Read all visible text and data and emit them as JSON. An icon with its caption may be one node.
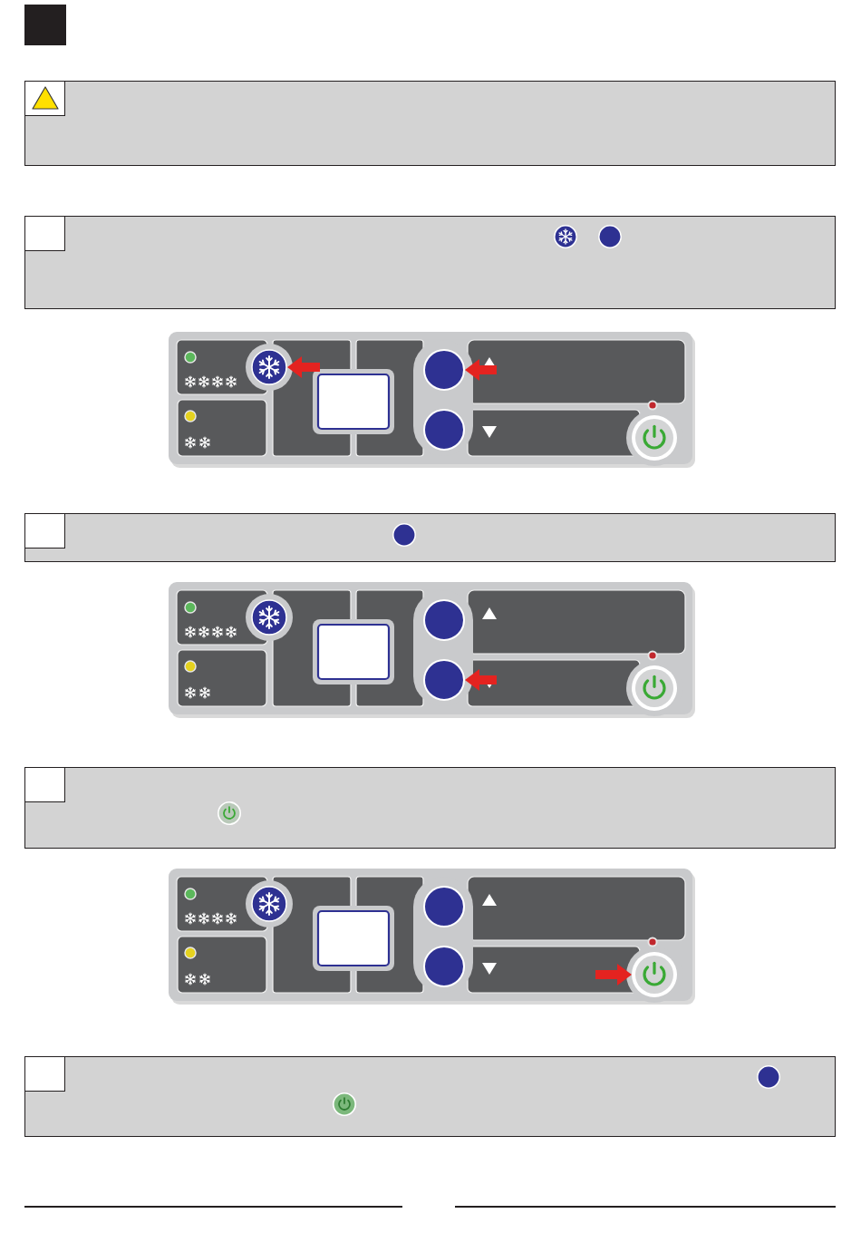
{
  "diagram": {
    "nodes": [
      {
        "text": [],
        "shape": "circle"
      },
      {
        "text": [],
        "shape": "circle"
      },
      {
        "text": [],
        "shape": "circle"
      },
      {
        "text": [],
        "shape": "circle"
      }
    ],
    "edges": [
      {
        "from": null,
        "to": 0,
        "arrow": "to"
      },
      {
        "from": null,
        "to": 1,
        "arrow": "to"
      },
      {
        "from": null,
        "to": 2,
        "arrow": "to"
      },
      {
        "from": null,
        "to": 3,
        "arrow": "to"
      }
    ]
  }
}
